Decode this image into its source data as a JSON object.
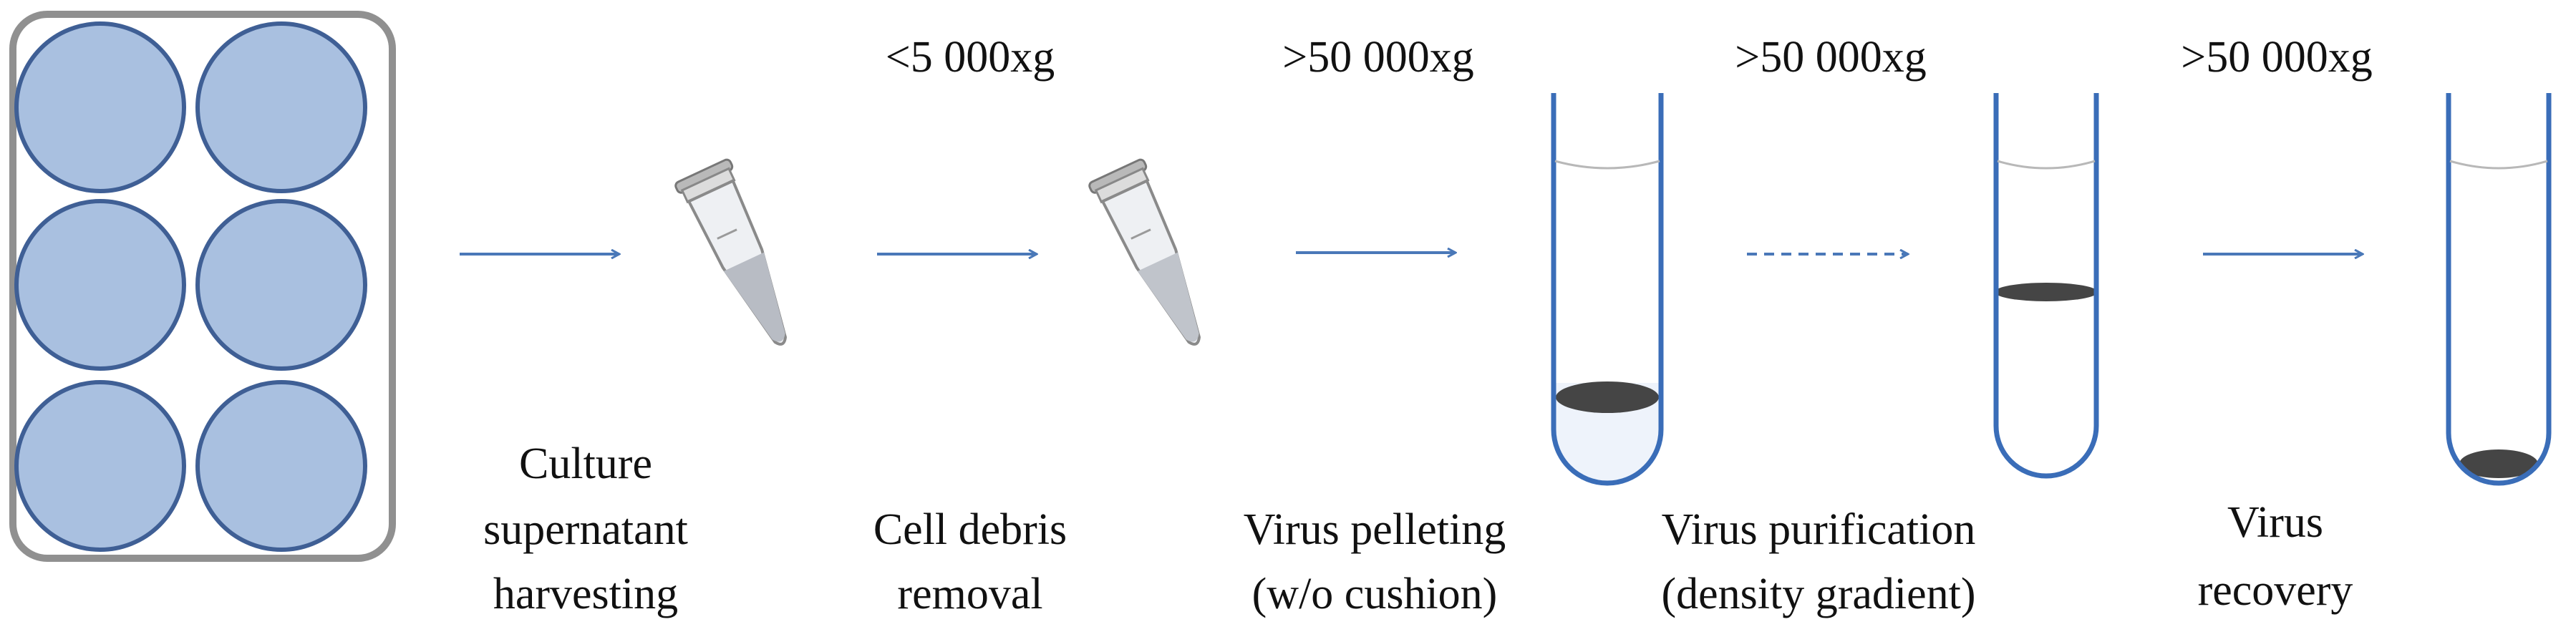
{
  "speeds": {
    "s1": "<5 000xg",
    "s2": ">50 000xg",
    "s3": ">50 000xg",
    "s4": ">50 000xg"
  },
  "steps": {
    "harvest": [
      "Culture",
      "supernatant",
      "harvesting"
    ],
    "debris": [
      "Cell debris",
      "removal"
    ],
    "pellet": [
      "Virus pelleting",
      "(w/o cushion)"
    ],
    "purify": [
      "Virus purification",
      "(density gradient)"
    ],
    "recover": [
      "Virus",
      "recovery"
    ]
  },
  "colors": {
    "well_fill": "#a9c0e0",
    "well_stroke": "#3f5f95",
    "arrow": "#4a78b8",
    "tube_wall": "#3a6db8",
    "pellet": "#454545"
  }
}
